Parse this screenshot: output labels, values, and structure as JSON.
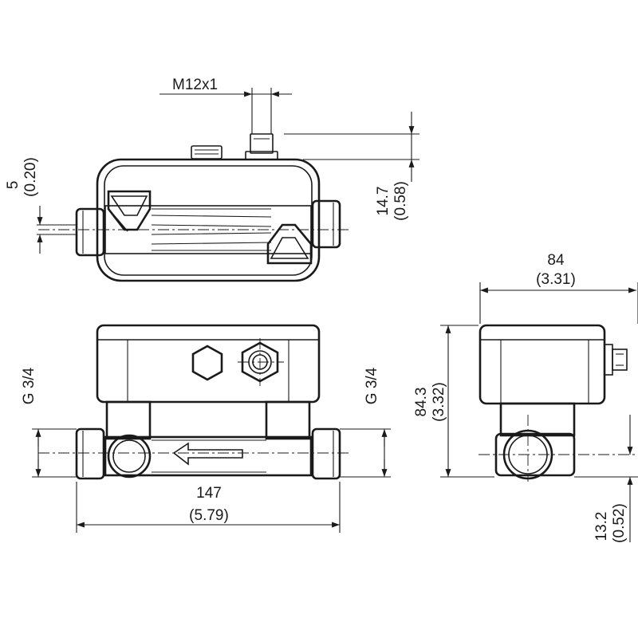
{
  "drawing": {
    "dimensions": {
      "thread": "M12x1",
      "top_offset_mm": "5",
      "top_offset_in": "(0.20)",
      "connector_height_mm": "14.7",
      "connector_height_in": "(0.58)",
      "depth_mm": "84",
      "depth_in": "(3.31)",
      "front_thread_left": "G 3/4",
      "front_thread_right": "G 3/4",
      "height_mm": "84.3",
      "height_in": "(3.32)",
      "length_mm": "147",
      "length_in": "(5.79)",
      "pipe_axis_mm": "13.2",
      "pipe_axis_in": "(0.52)"
    }
  }
}
